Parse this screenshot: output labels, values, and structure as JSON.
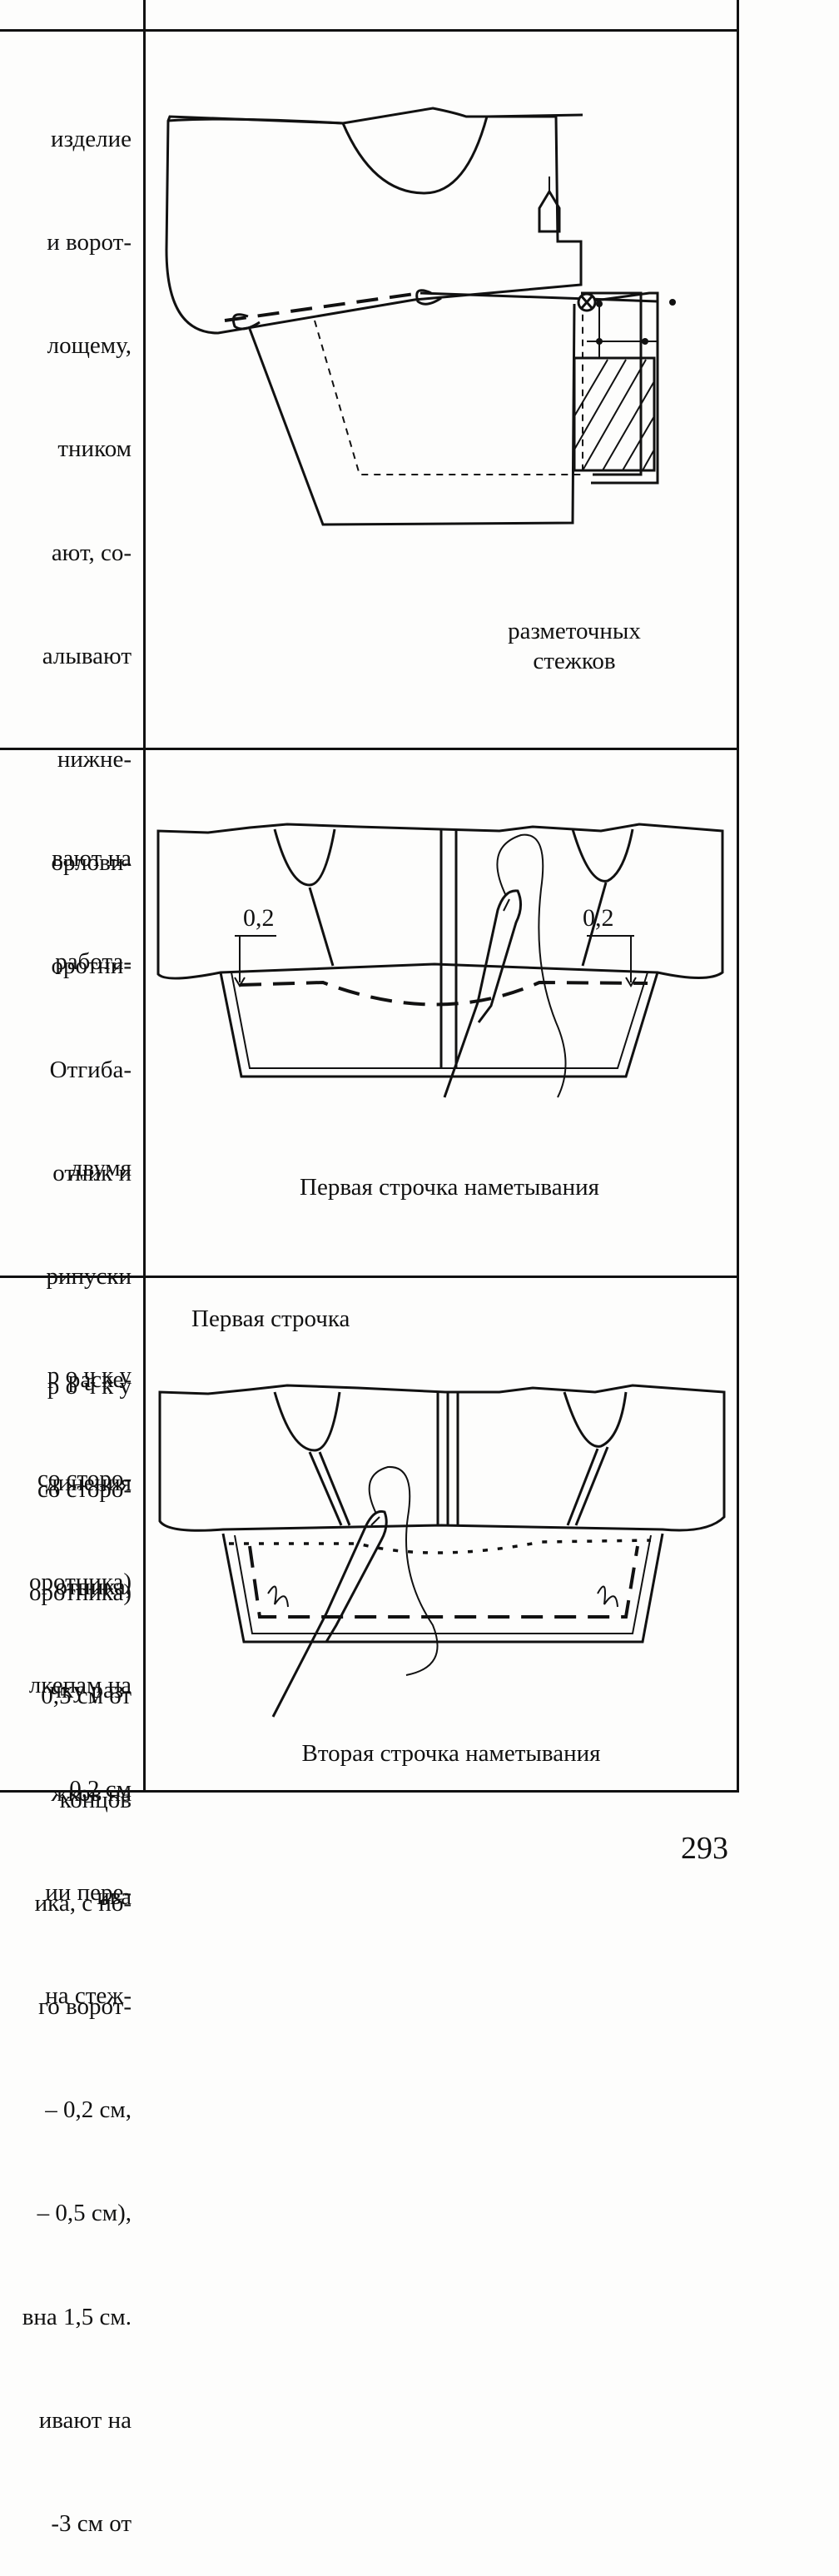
{
  "rows": [
    {
      "text_lines": [
        "изделие",
        "и ворот-",
        "лощему,",
        "тником",
        "ают, со-",
        "алывают",
        "нижне-",
        "орлови-",
        "оротни-",
        "Отгиба-",
        "отник и",
        "рипуски",
        "раске-",
        "динения",
        "отника,",
        "чку раз-",
        "жков на",
        "ива"
      ],
      "caption": "разметочных\nстежков"
    },
    {
      "text_lines": [
        "вают на",
        "работа-",
        "",
        "двумя",
        "",
        "р о ч к у",
        "со сторо-",
        "оротника)",
        "лкепам на",
        "– 0,2 см",
        "ии пере-",
        "на стеж-"
      ],
      "labels": [
        "0,2",
        "0,2"
      ],
      "caption": "Первая строчка наметывания"
    },
    {
      "text_lines": [
        "р о ч к у",
        "со сторо-",
        "оротника)",
        "0,5 см от",
        "концов",
        "ика, с по-",
        "го ворот-",
        "– 0,2 см,",
        "– 0,5 см),",
        "вна 1,5 см.",
        "ивают на",
        "-3 см от"
      ],
      "header_caption": "Первая строчка",
      "caption": "Вторая строчка наметывания"
    }
  ],
  "page_number": "293"
}
